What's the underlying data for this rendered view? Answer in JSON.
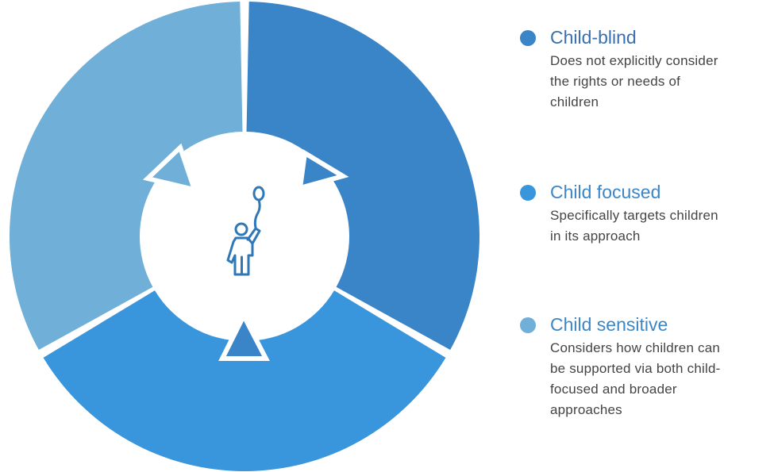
{
  "colors": {
    "child_blind": "#3a84c8",
    "child_focused": "#3996dc",
    "child_sensitive": "#6fafd8",
    "title_blind": "#3a6fae",
    "title_other": "#3d86c6",
    "icon": "#2f77b7"
  },
  "center_icon": "child-with-balloon-icon",
  "legend": [
    {
      "key": "child_blind",
      "title": "Child-blind",
      "lines": [
        "Does not explicitly consider",
        "the rights or needs of",
        "children"
      ]
    },
    {
      "key": "child_focused",
      "title": "Child focused",
      "lines": [
        "Specifically targets children",
        "in its approach"
      ]
    },
    {
      "key": "child_sensitive",
      "title": "Child sensitive",
      "lines": [
        "Considers how children can",
        "be supported via both child-",
        "focused and broader",
        "approaches"
      ]
    }
  ]
}
